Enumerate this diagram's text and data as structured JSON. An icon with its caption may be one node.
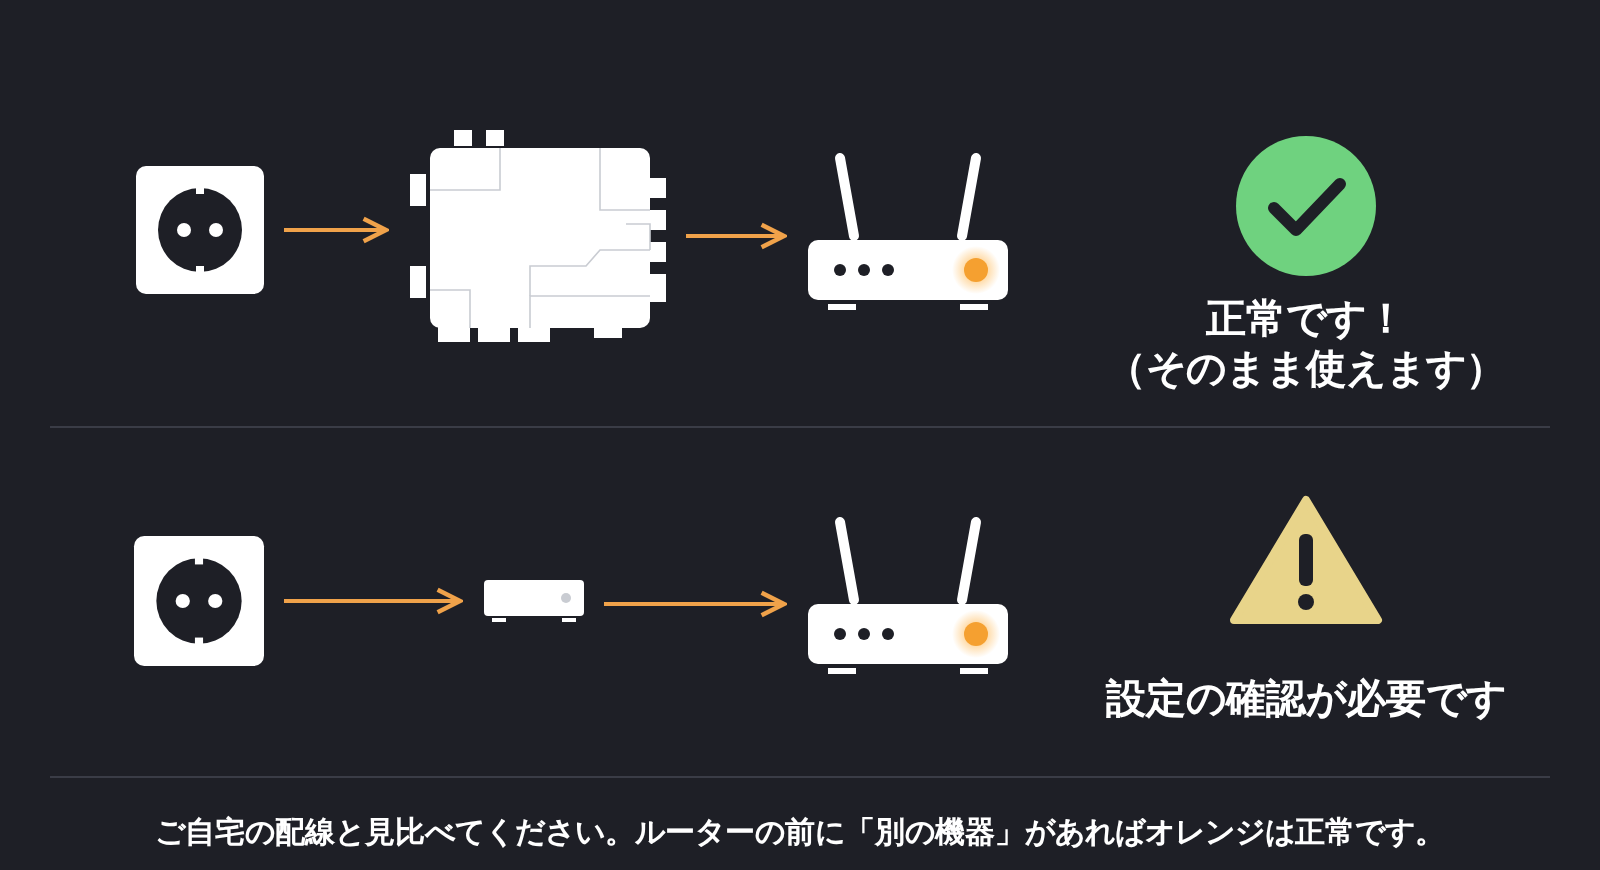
{
  "diagram": {
    "nodes": [
      {
        "text": [],
        "shape": "picture"
      },
      {
        "text": [],
        "shape": "picture"
      },
      {
        "text": [],
        "shape": "picture"
      },
      {
        "text": [],
        "shape": "picture"
      },
      {
        "text": [],
        "shape": "picture"
      },
      {
        "text": [],
        "shape": "picture"
      }
    ],
    "edges": [
      {
        "from": 0,
        "to": 1,
        "arrow": "to"
      },
      {
        "from": 1,
        "to": 2,
        "arrow": "to"
      },
      {
        "from": 3,
        "to": 4,
        "arrow": "to"
      },
      {
        "from": 4,
        "to": 5,
        "arrow": "to"
      }
    ],
    "labels": [
      "正常です！",
      "（そのまま使えます）",
      "設定の確認が必要です",
      "ご自宅の配線と見比べてください。ルーターの前に「別の機器」があればオレンジは正常です。"
    ]
  }
}
